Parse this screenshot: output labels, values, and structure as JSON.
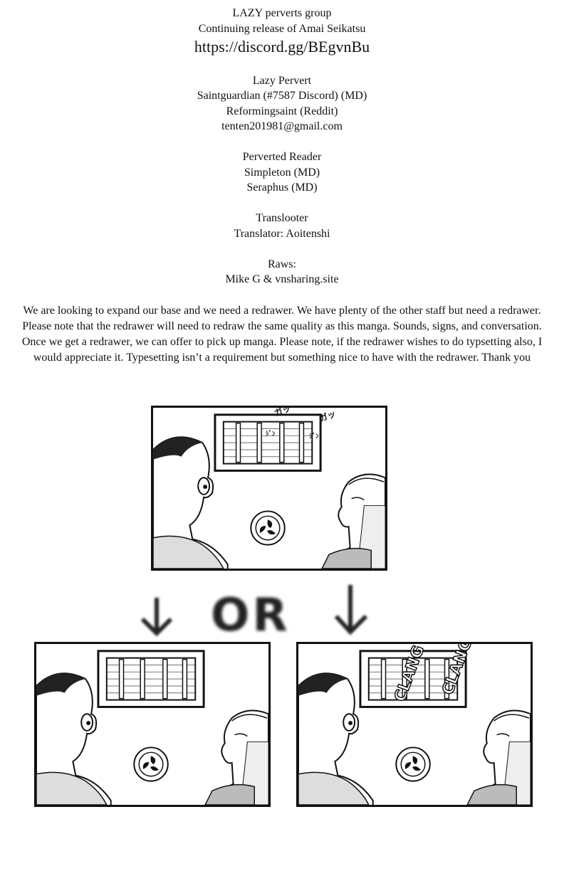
{
  "credits": {
    "group": "LAZY perverts group",
    "release": "Continuing release of Amai Seikatsu",
    "url": "https://discord.gg/BEgvnBu",
    "sections": [
      {
        "heading": "Lazy Pervert",
        "lines": [
          "Saintguardian (#7587 Discord) (MD)",
          "Reformingsaint (Reddit)",
          "tenten201981@gmail.com"
        ]
      },
      {
        "heading": "Perverted Reader",
        "lines": [
          "Simpleton (MD)",
          "Seraphus (MD)"
        ]
      },
      {
        "heading": "Translooter",
        "lines": [
          "Translator: Aoitenshi"
        ]
      },
      {
        "heading": "Raws:",
        "lines": [
          "Mike G & vnsharing.site"
        ]
      }
    ]
  },
  "notice": "We are looking to expand our base and we need a redrawer.  We have plenty of the other staff but need a redrawer.  Please note that the redrawer will need to redraw the same quality as this manga.  Sounds, signs, and conversation.  Once we get a redrawer, we can offer to pick up manga.  Please note, if the redrawer wishes to do typsetting also, I would appreciate it.  Typesetting isn’t a requirement but something nice to have with the redrawer.  Thank you",
  "divider_label": "OR",
  "sfx_label": "CLANG"
}
